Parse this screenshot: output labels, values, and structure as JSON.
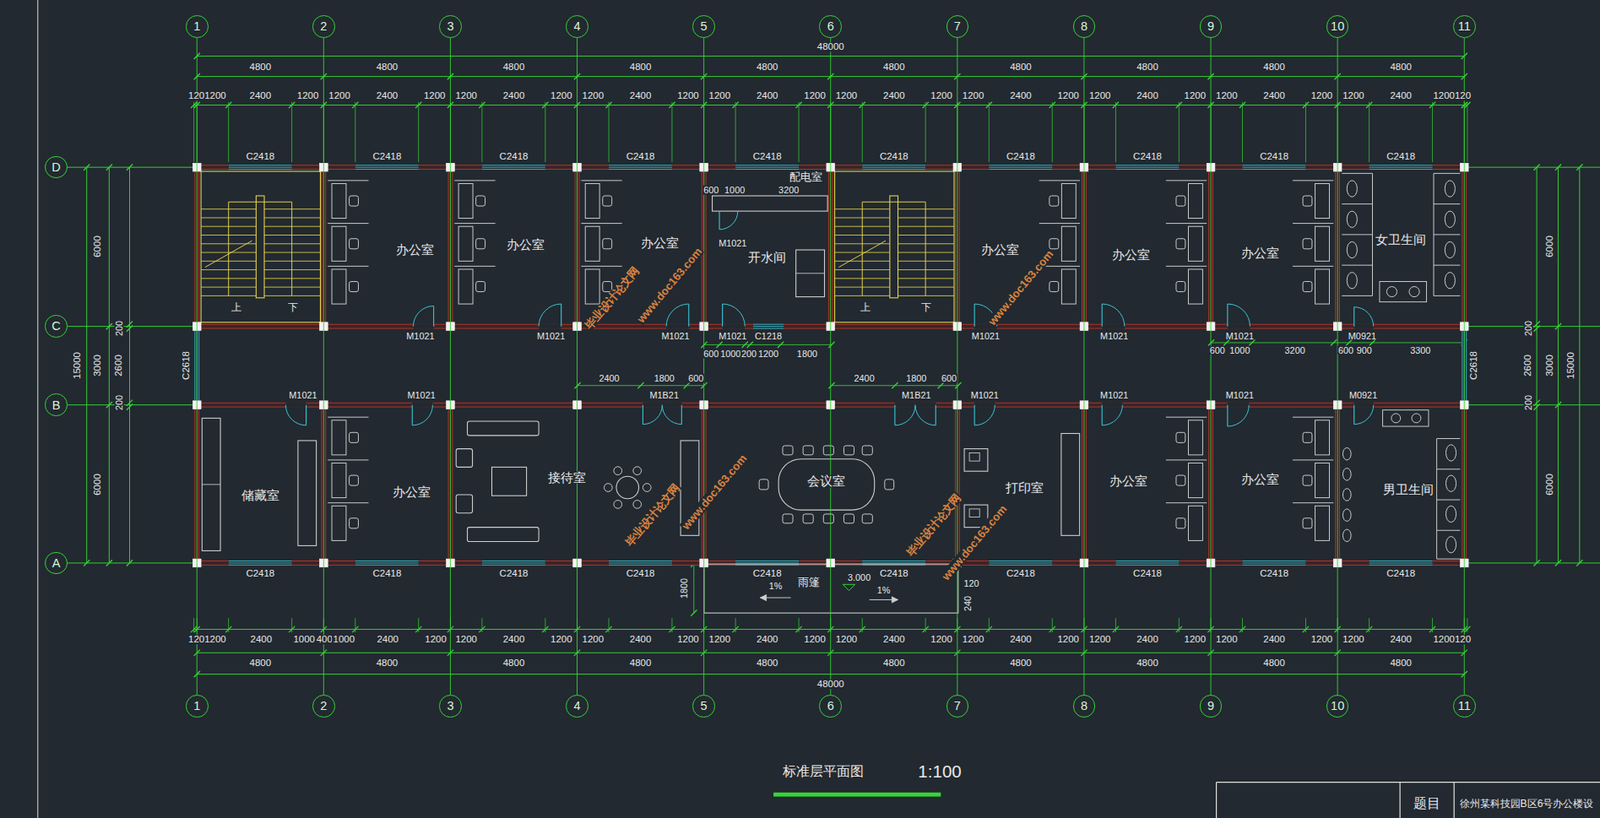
{
  "diagram": {
    "caption": "标准层平面图",
    "nodes": [
      {
        "text": [
          "1"
        ]
      },
      {
        "text": [
          "2"
        ]
      },
      {
        "text": [
          "3"
        ]
      },
      {
        "text": [
          "4"
        ]
      },
      {
        "text": [
          "5"
        ]
      },
      {
        "text": [
          "6"
        ]
      },
      {
        "text": [
          "7"
        ]
      },
      {
        "text": [
          "8"
        ]
      },
      {
        "text": [
          "9"
        ]
      },
      {
        "text": [
          "10"
        ]
      },
      {
        "text": [
          "11"
        ]
      },
      {
        "text": [
          "D"
        ]
      },
      {
        "text": [
          "C"
        ]
      },
      {
        "text": [
          "B"
        ]
      },
      {
        "text": [
          "A"
        ]
      },
      {
        "text": [
          "上",
          "下"
        ]
      },
      {
        "text": [
          "办公室"
        ]
      },
      {
        "text": [
          "办公室"
        ]
      },
      {
        "text": [
          "办公室"
        ]
      },
      {
        "text": [
          "配电室"
        ]
      },
      {
        "text": [
          "开水间"
        ]
      },
      {
        "text": [
          "上",
          "下"
        ]
      },
      {
        "text": [
          "办公室"
        ]
      },
      {
        "text": [
          "办公室"
        ]
      },
      {
        "text": [
          "办公室"
        ]
      },
      {
        "text": [
          "女卫生间"
        ]
      },
      {
        "text": [
          "储藏室"
        ]
      },
      {
        "text": [
          "办公室"
        ]
      },
      {
        "text": [
          "接待室"
        ]
      },
      {
        "text": [
          "会议室"
        ]
      },
      {
        "text": [
          "打印室"
        ]
      },
      {
        "text": [
          "办公室"
        ]
      },
      {
        "text": [
          "办公室"
        ]
      },
      {
        "text": [
          "男卫生间"
        ]
      },
      {
        "text": [
          "1"
        ]
      },
      {
        "text": [
          "2"
        ]
      },
      {
        "text": [
          "3"
        ]
      },
      {
        "text": [
          "4"
        ]
      },
      {
        "text": [
          "5"
        ]
      },
      {
        "text": [
          "6"
        ]
      },
      {
        "text": [
          "7"
        ]
      },
      {
        "text": [
          "8"
        ]
      },
      {
        "text": [
          "9"
        ]
      },
      {
        "text": [
          "10"
        ]
      },
      {
        "text": [
          "11"
        ]
      }
    ],
    "edges": [
      {
        "from": 0,
        "to": 34,
        "arrow": "none"
      },
      {
        "from": 1,
        "to": 35,
        "arrow": "none"
      },
      {
        "from": 2,
        "to": 36,
        "arrow": "none"
      },
      {
        "from": 3,
        "to": 37,
        "arrow": "none"
      },
      {
        "from": 4,
        "to": 38,
        "arrow": "none"
      },
      {
        "from": 5,
        "to": 39,
        "arrow": "none"
      },
      {
        "from": 6,
        "to": 40,
        "arrow": "none"
      },
      {
        "from": 7,
        "to": 41,
        "arrow": "none"
      },
      {
        "from": 8,
        "to": 42,
        "arrow": "none"
      },
      {
        "from": 9,
        "to": 43,
        "arrow": "none"
      },
      {
        "from": 10,
        "to": 44,
        "arrow": "none"
      }
    ],
    "labels": [
      "48000",
      "4800",
      "4800",
      "4800",
      "4800",
      "4800",
      "4800",
      "4800",
      "4800",
      "4800",
      "4800",
      "1201200",
      "2400",
      "1200",
      "1200",
      "2400",
      "1200",
      "1200",
      "2400",
      "1200",
      "1200",
      "2400",
      "1200",
      "1200",
      "2400",
      "1200",
      "1200",
      "2400",
      "1200",
      "1200",
      "2400",
      "1200",
      "1200",
      "2400",
      "1200",
      "1200",
      "2400",
      "1200",
      "1200",
      "2400",
      "1200120",
      "C2418",
      "C2418",
      "C2418",
      "C2418",
      "C2418",
      "C2418",
      "C2418",
      "C2418",
      "C2418",
      "C2418",
      "600",
      "1000",
      "3200",
      "M1021",
      "6000",
      "200",
      "3000",
      "2600",
      "200",
      "6000",
      "15000",
      "6000",
      "200",
      "2600",
      "3000",
      "200",
      "6000",
      "15000",
      "C2618",
      "C2618",
      "M1021",
      "M1021",
      "M1021",
      "M1021",
      "C1218",
      "M1021",
      "M1021",
      "M1021",
      "M0921",
      "600",
      "1000",
      "200",
      "1200",
      "1800",
      "600",
      "1000",
      "3200",
      "600",
      "900",
      "3300",
      "2400",
      "1800",
      "600",
      "2400",
      "1800",
      "600",
      "M1021",
      "M1021",
      "M1B21",
      "M1B21",
      "M1021",
      "M1021",
      "M1021",
      "M0921",
      "C2418",
      "C2418",
      "C2418",
      "C2418",
      "C2418",
      "C2418",
      "C2418",
      "C2418",
      "C2418",
      "C2418",
      "1%",
      "雨篷",
      "3.000",
      "1%",
      "1800",
      "120",
      "240",
      "1201200",
      "2400",
      "1000",
      "400",
      "1000",
      "2400",
      "1200",
      "1200",
      "2400",
      "1200",
      "1200",
      "2400",
      "1200",
      "1200",
      "2400",
      "1200",
      "1200",
      "2400",
      "1200",
      "1200",
      "2400",
      "1200",
      "1200",
      "2400",
      "1200",
      "1200",
      "2400",
      "1200",
      "1200",
      "2400",
      "1200120",
      "4800",
      "4800",
      "4800",
      "4800",
      "4800",
      "4800",
      "4800",
      "4800",
      "4800",
      "4800",
      "48000",
      "1:100",
      "题目",
      "徐州某科技园B区6号办公楼设",
      "毕业设计论文网",
      "www.doc163.com",
      "www.doc163.com",
      "毕业设计论文网",
      "www.doc163.com",
      "毕业设计论文网",
      "www.doc163.com"
    ]
  }
}
